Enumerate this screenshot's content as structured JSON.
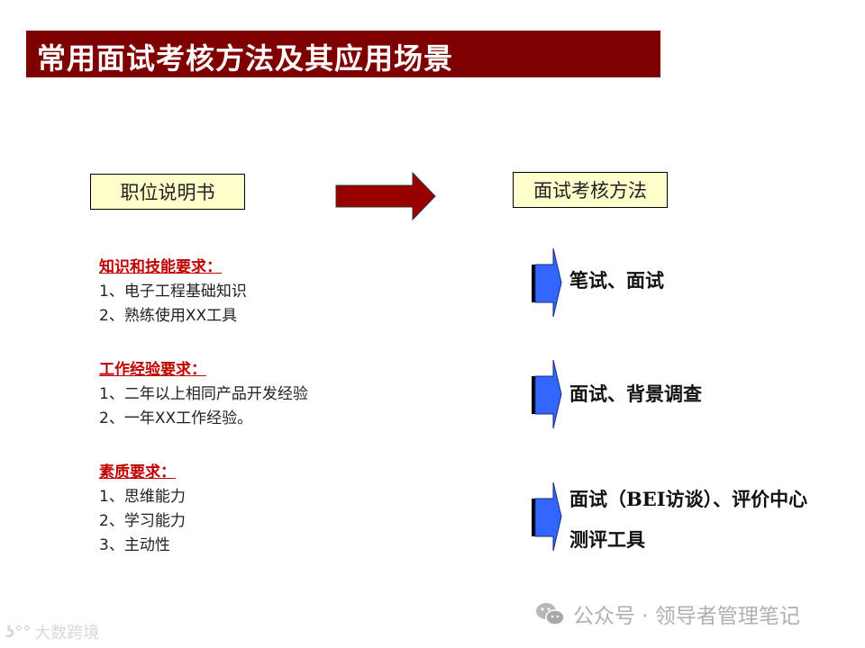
{
  "slide": {
    "title": "常用面试考核方法及其应用场景",
    "colors": {
      "title_bg": "#7f0000",
      "heading_red": "#c00000",
      "box_fill": "#ffffcc",
      "arrow_red": "#990000",
      "chevron_blue": "#3366ff"
    }
  },
  "flow": {
    "left_box": "职位说明书",
    "right_box": "面试考核方法",
    "arrow_icon": "right-arrow-icon"
  },
  "requirements": [
    {
      "heading": "知识和技能要求：",
      "items": [
        "1、电子工程基础知识",
        "2、熟练使用XX工具"
      ]
    },
    {
      "heading": "工作经验要求：",
      "items": [
        "1、二年以上相同产品开发经验",
        "2、一年XX工作经验。"
      ]
    },
    {
      "heading": "素质要求：",
      "items": [
        "1、思维能力",
        "2、学习能力",
        "3、主动性"
      ]
    }
  ],
  "methods": [
    {
      "lines": [
        "笔试、面试"
      ]
    },
    {
      "lines": [
        "面试、背景调查"
      ]
    },
    {
      "lines": [
        "面试（BEI访谈）、评价中心",
        "测评工具"
      ]
    }
  ],
  "watermark": {
    "icon": "wechat-icon",
    "text": "公众号 · 领导者管理笔记"
  },
  "logo": {
    "text": "大数跨境"
  }
}
